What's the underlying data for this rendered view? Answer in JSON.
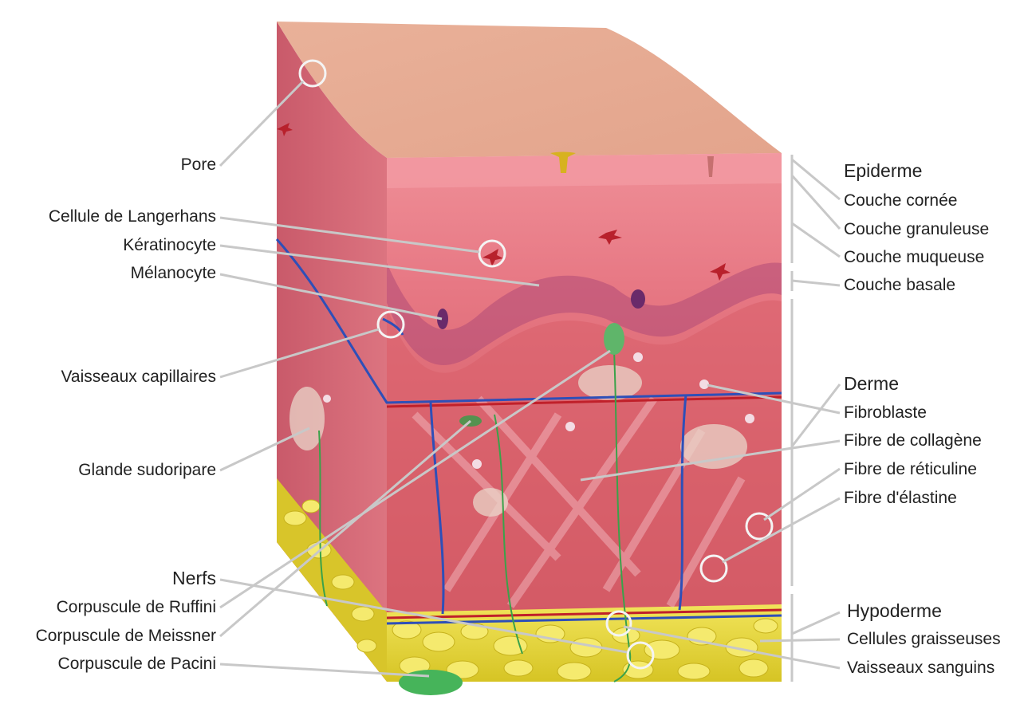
{
  "labels": {
    "left": {
      "pore": "Pore",
      "langerhans": "Cellule de Langerhans",
      "keratinocyte": "Kératinocyte",
      "melanocyte": "Mélanocyte",
      "capillaires": "Vaisseaux capillaires",
      "sudoripare": "Glande sudoripare",
      "nerfs": "Nerfs",
      "ruffini": "Corpuscule de Ruffini",
      "meissner": "Corpuscule de Meissner",
      "pacini": "Corpuscule de Pacini"
    },
    "right": {
      "epiderme": "Epiderme",
      "cornee": "Couche cornée",
      "granuleuse": "Couche granuleuse",
      "muqueuse": "Couche muqueuse",
      "basale": "Couche basale",
      "derme": "Derme",
      "fibroblaste": "Fibroblaste",
      "collagene": "Fibre de collagène",
      "reticuline": "Fibre de réticuline",
      "elastine": "Fibre d'élastine",
      "hypoderme": "Hypoderme",
      "graisseuses": "Cellules graisseuses",
      "vaisseaux": "Vaisseaux sanguins"
    }
  },
  "colors": {
    "skin_surface": "#e8a890",
    "epidermis": "#e87c86",
    "dermis": "#d9636e",
    "fat": "#e3d235",
    "artery": "#c0202a",
    "vein": "#2e4fb8",
    "nerve": "#3aa24a",
    "leader_line": "#c8c8c8"
  }
}
